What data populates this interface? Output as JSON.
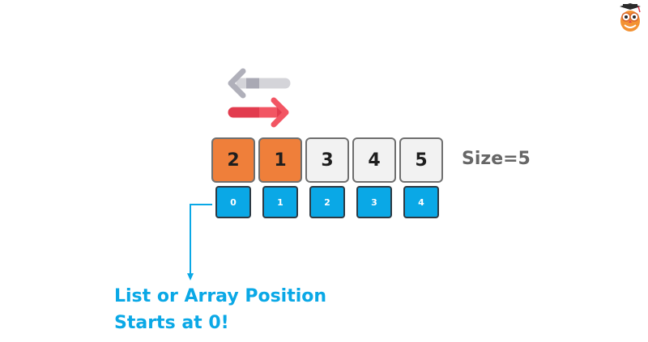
{
  "values": [
    {
      "value": "2",
      "state": "sorted"
    },
    {
      "value": "1",
      "state": "sorted"
    },
    {
      "value": "3",
      "state": "unsorted"
    },
    {
      "value": "4",
      "state": "unsorted"
    },
    {
      "value": "5",
      "state": "unsorted"
    }
  ],
  "indices": [
    "0",
    "1",
    "2",
    "3",
    "4"
  ],
  "size_label": "Size=5",
  "caption": {
    "line1": "List or Array Position",
    "line2": "Starts at 0!"
  },
  "colors": {
    "sorted": "#ef7f3a",
    "unsorted": "#f2f2f2",
    "index": "#0aa8e6",
    "caption": "#0aa8e6",
    "arrow_left": "#b9b9c2",
    "arrow_right": "#e23b4e"
  },
  "icons": {
    "logo": "owl-graduate-icon",
    "swap": "swap-arrows-icon",
    "pointer": "down-arrow-icon"
  }
}
